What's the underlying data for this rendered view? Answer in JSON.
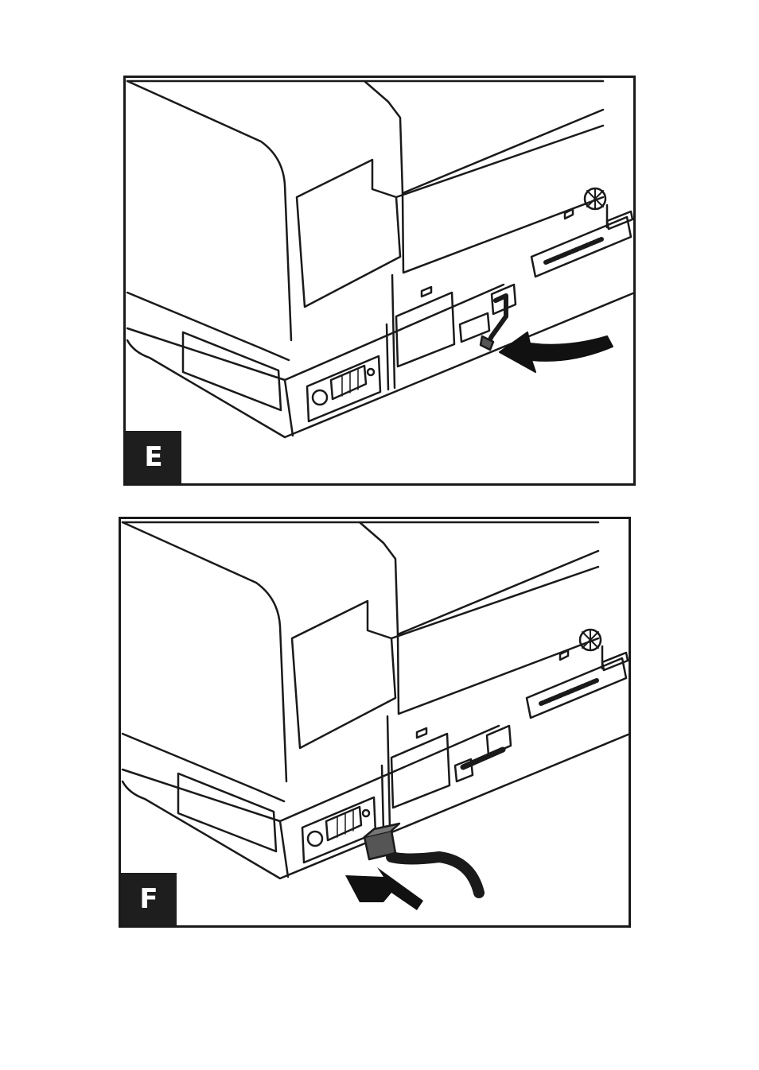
{
  "panels": [
    {
      "id": "E",
      "label": "E",
      "action": "lever-rotate"
    },
    {
      "id": "F",
      "label": "F",
      "action": "connect-cable"
    }
  ],
  "colors": {
    "line": "#1a1a1a",
    "fill": "#ffffff",
    "label_bg": "#1e1e1e",
    "label_text": "#ffffff",
    "arrow": "#111111",
    "cable": "#1a1a1a",
    "plug": "#555555"
  }
}
